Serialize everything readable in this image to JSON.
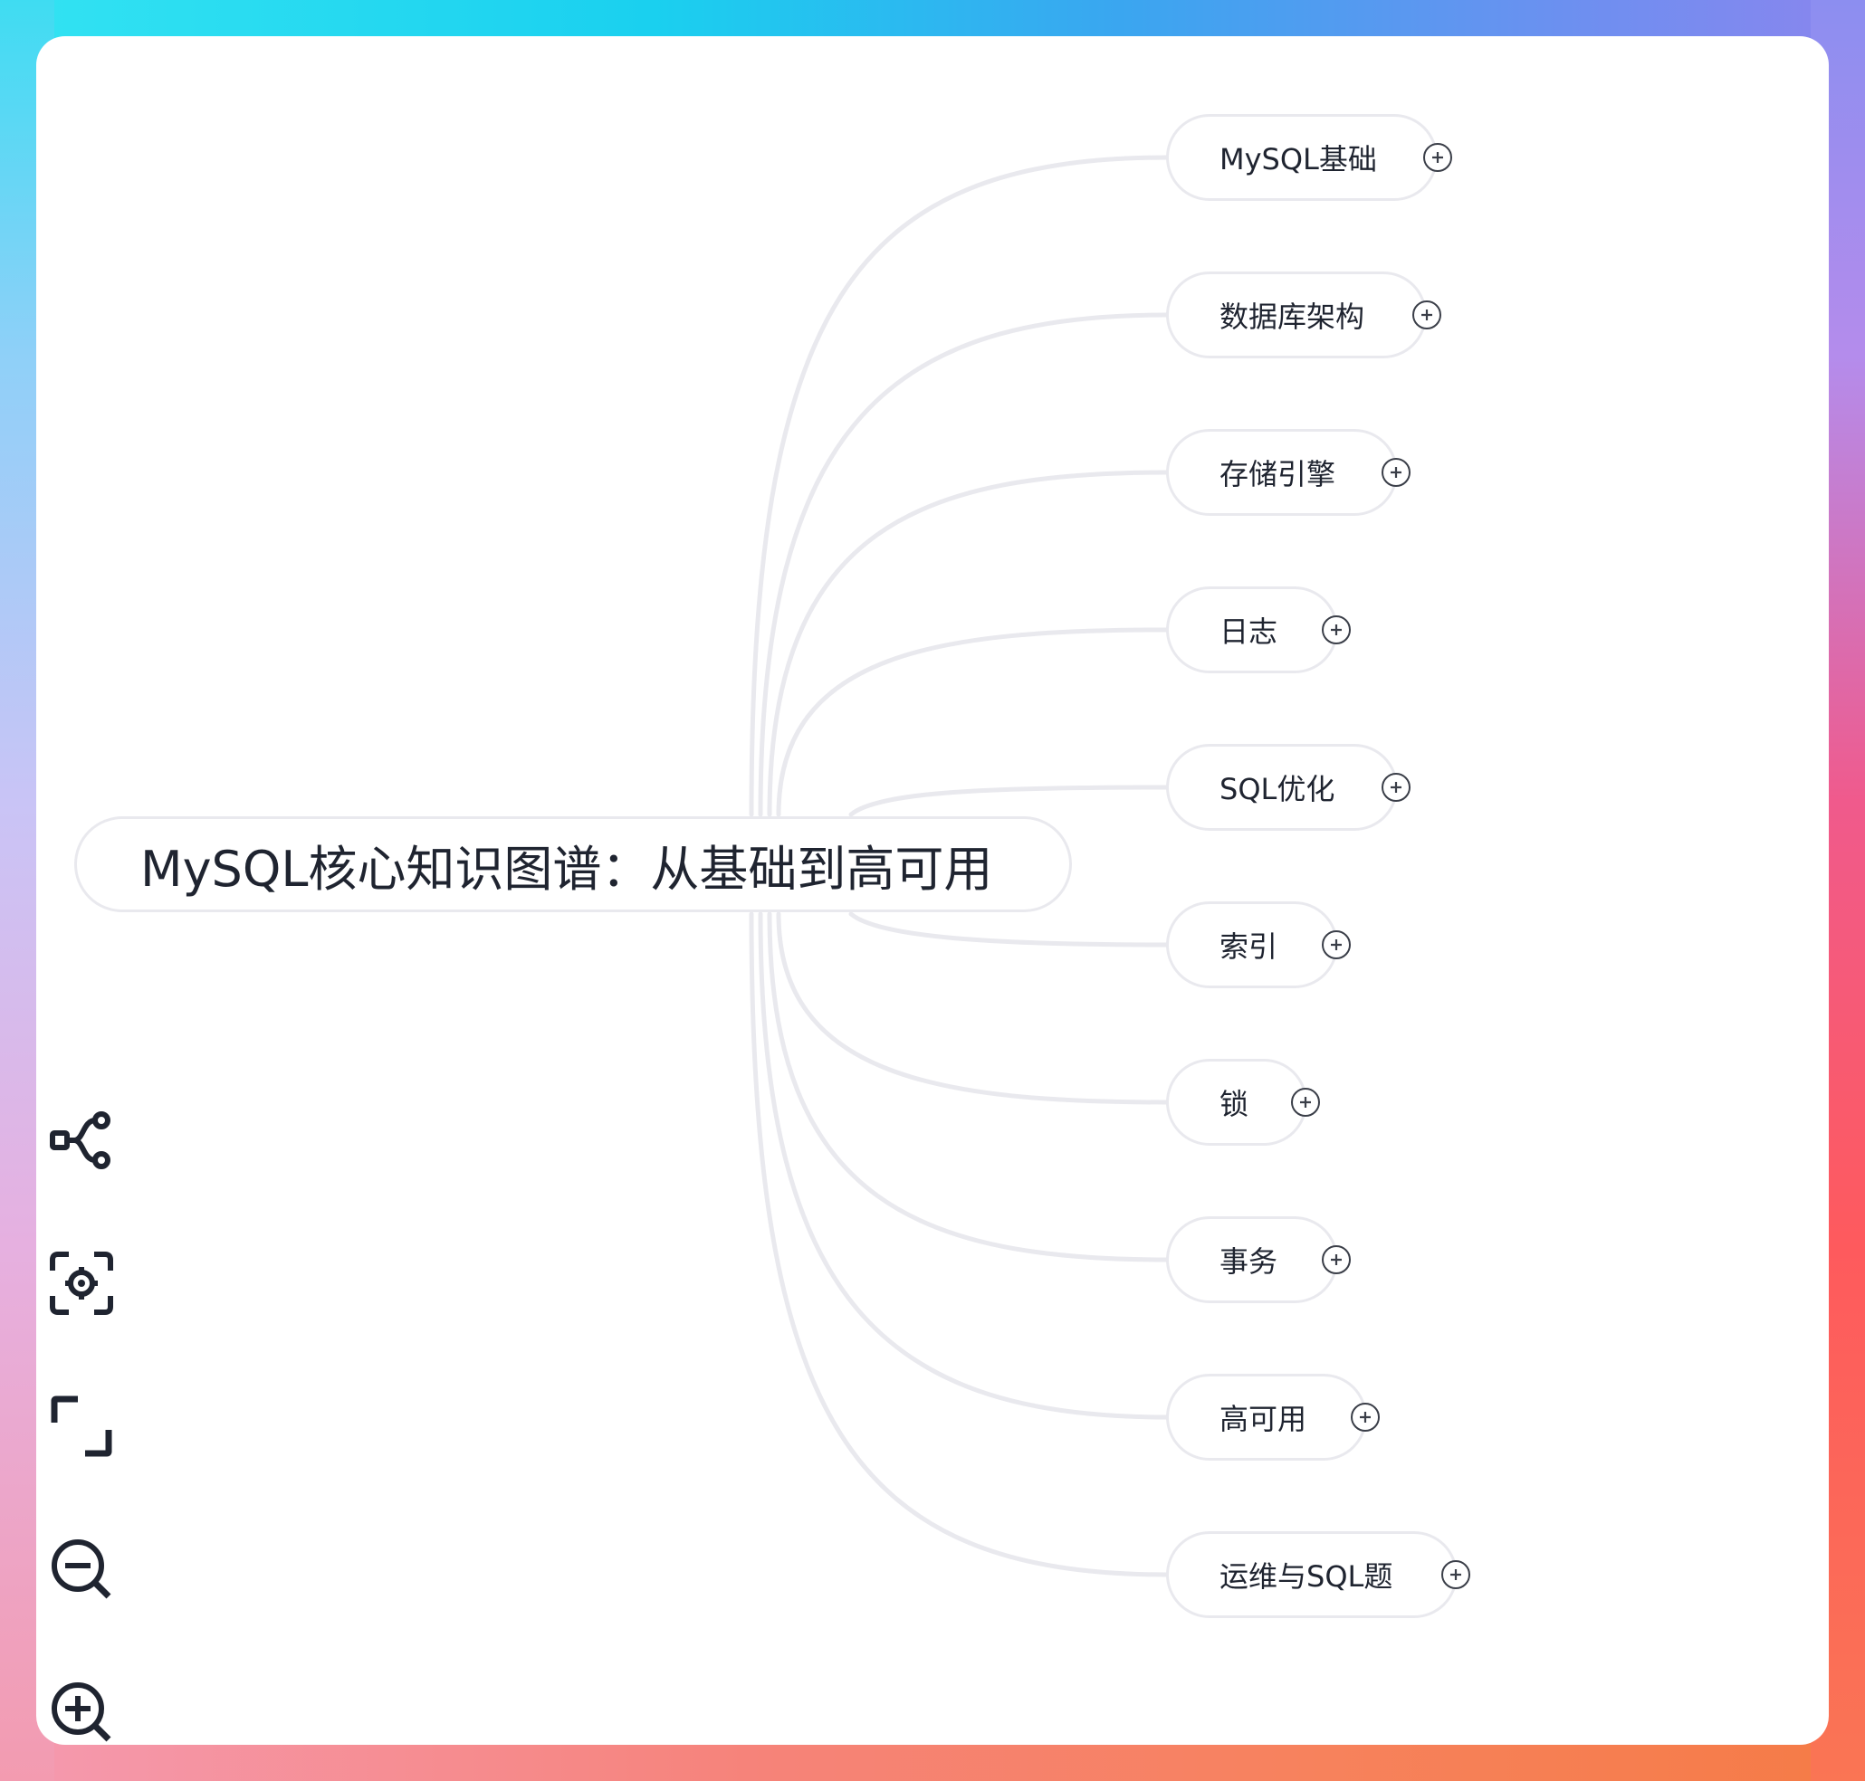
{
  "mindmap": {
    "root": {
      "label": "MySQL核心知识图谱：从基础到高可用"
    },
    "children": [
      {
        "label": "MySQL基础"
      },
      {
        "label": "数据库架构"
      },
      {
        "label": "存储引擎"
      },
      {
        "label": "日志"
      },
      {
        "label": "SQL优化"
      },
      {
        "label": "索引"
      },
      {
        "label": "锁"
      },
      {
        "label": "事务"
      },
      {
        "label": "高可用"
      },
      {
        "label": "运维与SQL题"
      }
    ]
  },
  "toolbar": {
    "icons": [
      "mindmap-structure-icon",
      "focus-center-icon",
      "fullscreen-icon",
      "zoom-out-icon",
      "zoom-in-icon"
    ]
  },
  "colors": {
    "edge": "#e9e9ee",
    "node_border": "#e9e9ee",
    "text": "#1f2430",
    "icon": "#1f2430"
  }
}
